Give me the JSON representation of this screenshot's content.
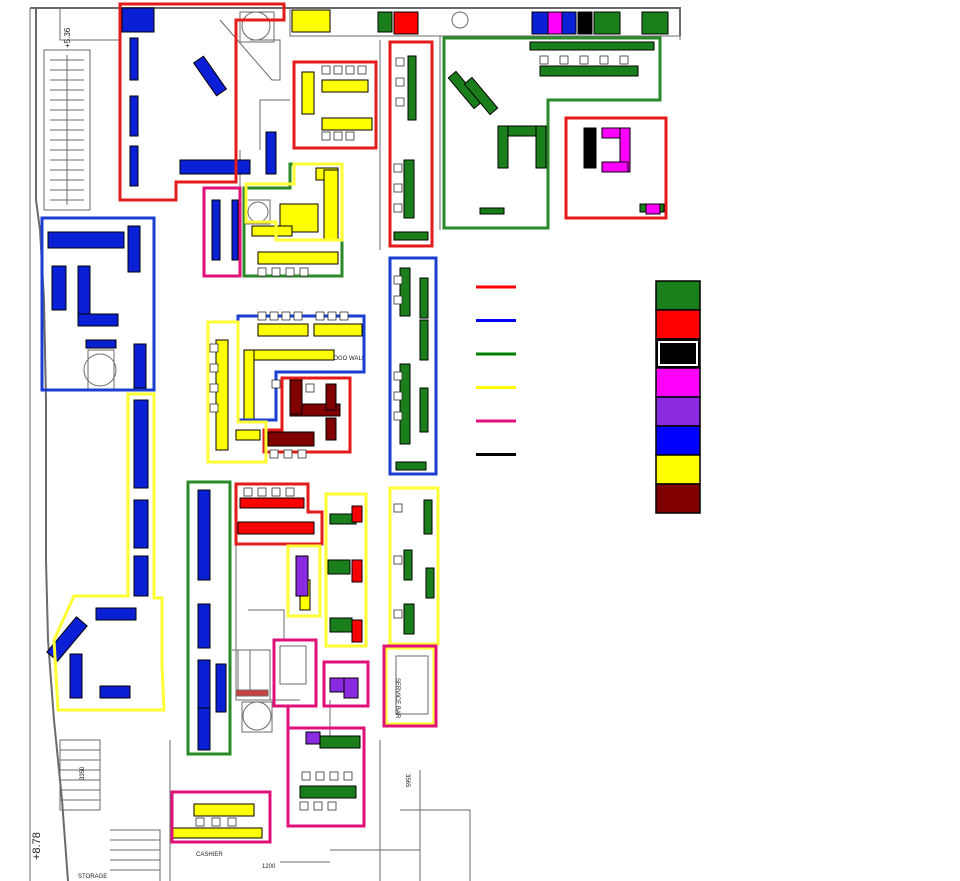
{
  "floor_labels": {
    "level_top": "+5.36",
    "level_bottom": "+8.78",
    "logo_wall": "LOGO WALL",
    "storage": "STORAGE",
    "cashier": "CASHIER",
    "service_bar": "SERVICE BAR",
    "dim_3350": "3350",
    "dim_3565": "3565",
    "dim_1200": "1200"
  },
  "legend": {
    "lines": [
      {
        "color": "#ff0000"
      },
      {
        "color": "#0000ff"
      },
      {
        "color": "#008000"
      },
      {
        "color": "#ffff00"
      },
      {
        "color": "#e0107a"
      },
      {
        "color": "#000000"
      }
    ],
    "swatches": [
      {
        "color": "#1a7f1a"
      },
      {
        "color": "#ff0000"
      },
      {
        "color": "#000000"
      },
      {
        "color": "#ff00ff"
      },
      {
        "color": "#8a2be2"
      },
      {
        "color": "#0000ff"
      },
      {
        "color": "#ffff00"
      },
      {
        "color": "#800000"
      }
    ]
  },
  "colors": {
    "green": "#1a7f1a",
    "red": "#ff0000",
    "blue": "#0a1fd6",
    "yellow": "#ffff00",
    "pink": "#ff00ff",
    "purple": "#8a2be2",
    "maroon": "#800000",
    "black": "#000000",
    "zone_red": "#e31b1b",
    "zone_blue": "#1a3fd0",
    "zone_green": "#2a8a2a",
    "zone_yellow": "#ffff33",
    "zone_pink": "#e0107a",
    "wall": "#6b6b6b"
  }
}
